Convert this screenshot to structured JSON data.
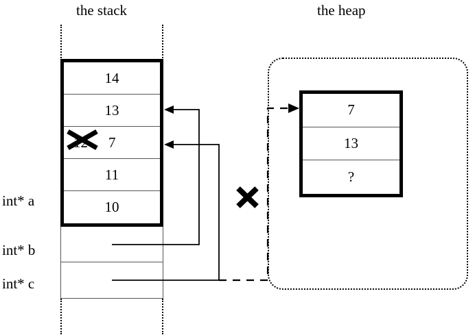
{
  "titles": {
    "stack": "the stack",
    "heap": "the heap"
  },
  "stack": {
    "cells": [
      {
        "value": "14"
      },
      {
        "value": "13"
      },
      {
        "old_value": "12",
        "new_value": "7",
        "struck": true
      },
      {
        "value": "11"
      },
      {
        "value": "10"
      }
    ],
    "variables": [
      {
        "label": "int* a",
        "points_to": "stack-cell-10"
      },
      {
        "label": "int* b",
        "points_to": "stack-cell-13"
      },
      {
        "label": "int* c",
        "points_to": "stack-cell-7"
      }
    ]
  },
  "heap": {
    "cells": [
      {
        "value": "7"
      },
      {
        "value": "13"
      },
      {
        "value": "?"
      }
    ]
  },
  "markers": {
    "strike_old_stack_value": "x-strike",
    "invalidated_heap_pointer": "x-mark"
  },
  "colors": {
    "ink": "#000000",
    "cell_rule": "#555555",
    "background": "#ffffff"
  },
  "icons": {
    "arrowhead": "solid-triangle-left",
    "heap_arrowhead": "solid-triangle-right",
    "cross": "bold-x"
  }
}
